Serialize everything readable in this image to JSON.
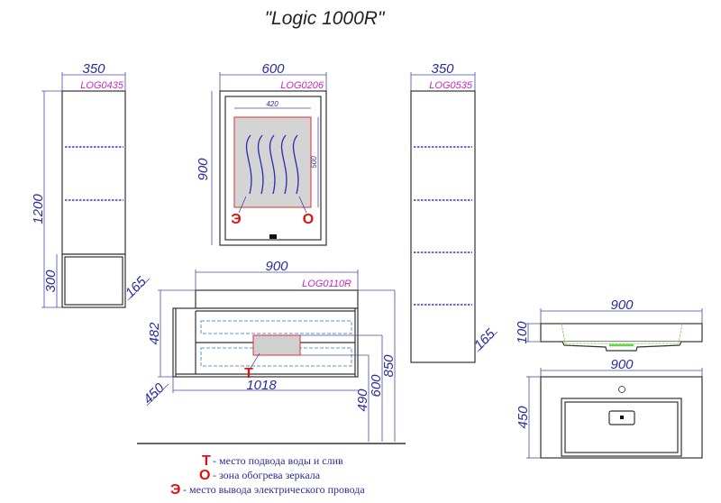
{
  "title": "\"Logic 1000R\"",
  "left_cabinet": {
    "code": "LOG0435",
    "width": "350",
    "height": "1200",
    "base_height": "300",
    "depth": "165"
  },
  "mirror": {
    "code": "LOG0206",
    "width": "600",
    "height": "900",
    "heat_width": "420",
    "heat_height": "500",
    "mark_e": "Э",
    "mark_o": "О"
  },
  "vanity": {
    "code": "LOG0110R",
    "width": "900",
    "height": "482",
    "total_width": "1018",
    "depth": "450",
    "dim_490": "490",
    "dim_600": "600",
    "dim_850": "850",
    "mark_t": "Т"
  },
  "right_cabinet": {
    "code": "LOG0535",
    "width": "350",
    "depth": "165"
  },
  "basin": {
    "side_width": "900",
    "side_height": "100",
    "top_width": "900",
    "top_depth": "450"
  },
  "legend": [
    {
      "mark": "Т",
      "text": "- место подвода воды и слив"
    },
    {
      "mark": "О",
      "text": "- зона обогрева зеркала"
    },
    {
      "mark": "Э",
      "text": "- место вывода электрического провода"
    }
  ],
  "colors": {
    "marker": "#e01010",
    "dimension": "#2b2b9c",
    "code": "#c427c4"
  }
}
